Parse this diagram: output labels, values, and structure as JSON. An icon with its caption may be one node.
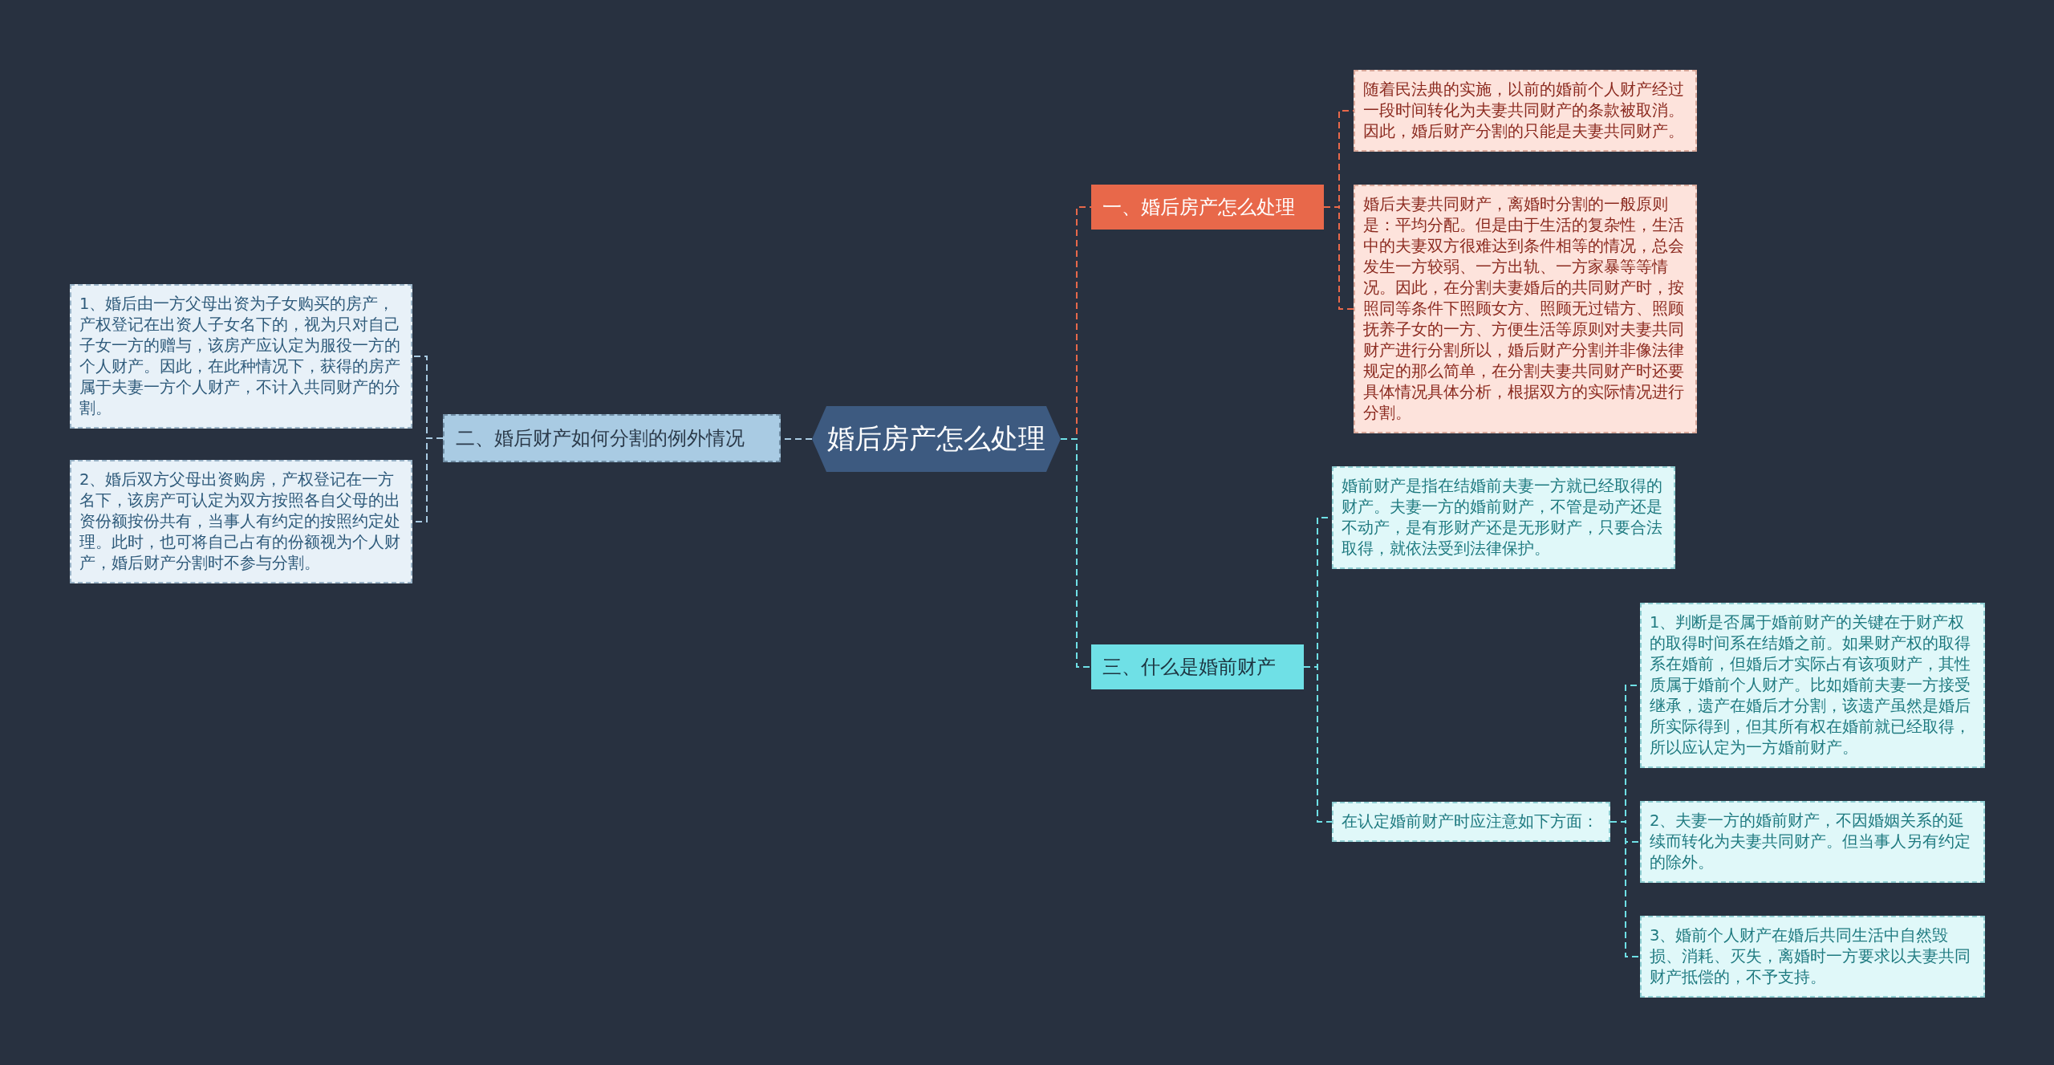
{
  "diagram": {
    "nodes": [
      {
        "text": [
          "婚后房产怎么处理"
        ]
      },
      {
        "text": [
          "一、婚后房产怎么处理"
        ]
      },
      {
        "text": [
          "随着民法典的实施，以前的婚前个人财产经过一段时间转化为夫妻共同财产的条款被取消。因此，婚后财产分割的只能是夫妻共同财产。"
        ]
      },
      {
        "text": [
          "婚后夫妻共同财产，离婚时分割的一般原则是：平均分配。但是由于生活的复杂性，生活中的夫妻双方很难达到条件相等的情况，总会发生一方较弱、一方出轨、一方家暴等等情况。因此，在分割夫妻婚后的共同财产时，按照同等条件下照顾女方、照顾无过错方、照顾抚养子女的一方、方便生活等原则对夫妻共同财产进行分割所以，婚后财产分割并非像法律规定的那么简单，在分割夫妻共同财产时还要具体情况具体分析，根据双方的实际情况进行分割。"
        ]
      },
      {
        "text": [
          "二、婚后财产如何分割的例外情况"
        ]
      },
      {
        "text": [
          "1、婚后由一方父母出资为子女购买的房产，产权登记在出资人子女名下的，视为只对自己子女一方的赠与，该房产应认定为服役一方的个人财产。因此，在此种情况下，获得的房产属于夫妻一方个人财产，不计入共同财产的分割。"
        ]
      },
      {
        "text": [
          "2、婚后双方父母出资购房，产权登记在一方名下，该房产可认定为双方按照各自父母的出资份额按份共有，当事人有约定的按照约定处理。此时，也可将自己占有的份额视为个人财产，婚后财产分割时不参与分割。"
        ]
      },
      {
        "text": [
          "三、什么是婚前财产"
        ]
      },
      {
        "text": [
          "婚前财产是指在结婚前夫妻一方就已经取得的财产。夫妻一方的婚前财产，不管是动产还是不动产，是有形财产还是无形财产，只要合法取得，就依法受到法律保护。"
        ]
      },
      {
        "text": [
          "在认定婚前财产时应注意如下方面："
        ]
      },
      {
        "text": [
          "1、判断是否属于婚前财产的关键在于财产权的取得时间系在结婚之前。如果财产权的取得系在婚前，但婚后才实际占有该项财产，其性质属于婚前个人财产。比如婚前夫妻一方接受继承，遗产在婚后才分割，该遗产虽然是婚后所实际得到，但其所有权在婚前就已经取得，所以应认定为一方婚前财产。"
        ]
      },
      {
        "text": [
          "2、夫妻一方的婚前财产，不因婚姻关系的延续而转化为夫妻共同财产。但当事人另有约定的除外。"
        ]
      },
      {
        "text": [
          "3、婚前个人财产在婚后共同生活中自然毁损、消耗、灭失，离婚时一方要求以夫妻共同财产抵偿的，不予支持。"
        ]
      }
    ],
    "edges": [
      {
        "from": 0,
        "to": 1,
        "arrow": "none",
        "style": "dashed",
        "color": "#e8684a"
      },
      {
        "from": 1,
        "to": 2,
        "arrow": "none",
        "style": "dashed",
        "color": "#e8684a"
      },
      {
        "from": 1,
        "to": 3,
        "arrow": "none",
        "style": "dashed",
        "color": "#e8684a"
      },
      {
        "from": 0,
        "to": 4,
        "arrow": "none",
        "style": "dashed",
        "color": "#a9cbe3"
      },
      {
        "from": 4,
        "to": 5,
        "arrow": "none",
        "style": "dashed",
        "color": "#a9cbe3"
      },
      {
        "from": 4,
        "to": 6,
        "arrow": "none",
        "style": "dashed",
        "color": "#a9cbe3"
      },
      {
        "from": 0,
        "to": 7,
        "arrow": "none",
        "style": "dashed"
      },
      {
        "from": 7,
        "to": 8,
        "arrow": "none",
        "style": "dashed"
      },
      {
        "from": 7,
        "to": 9,
        "arrow": "none",
        "style": "dashed"
      },
      {
        "from": 9,
        "to": 10,
        "arrow": "none",
        "style": "dashed"
      },
      {
        "from": 9,
        "to": 11,
        "arrow": "none",
        "style": "dashed"
      },
      {
        "from": 9,
        "to": 12,
        "arrow": "none",
        "style": "dashed"
      }
    ]
  }
}
